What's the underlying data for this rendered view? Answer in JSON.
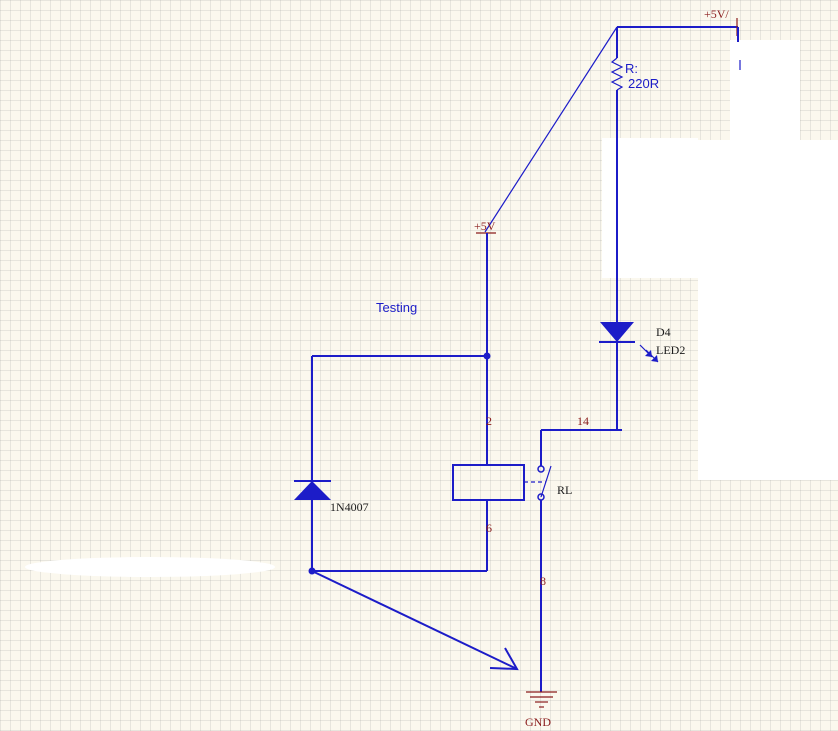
{
  "labels": {
    "testing": "Testing",
    "power_top": "+5V/",
    "power_mid": "+5V",
    "ground": "GND",
    "resistor_ref": "R:",
    "resistor_value": "220R",
    "led_ref": "D4",
    "led_value": "LED2",
    "diode_value": "1N4007",
    "relay_ref": "RL",
    "pin_2": "2",
    "pin_6": "6",
    "pin_8": "8",
    "pin_14": "14"
  },
  "colors": {
    "wire": "#1c1cc8",
    "power_symbol": "#8a1c1c",
    "background": "#fbf8ee"
  }
}
